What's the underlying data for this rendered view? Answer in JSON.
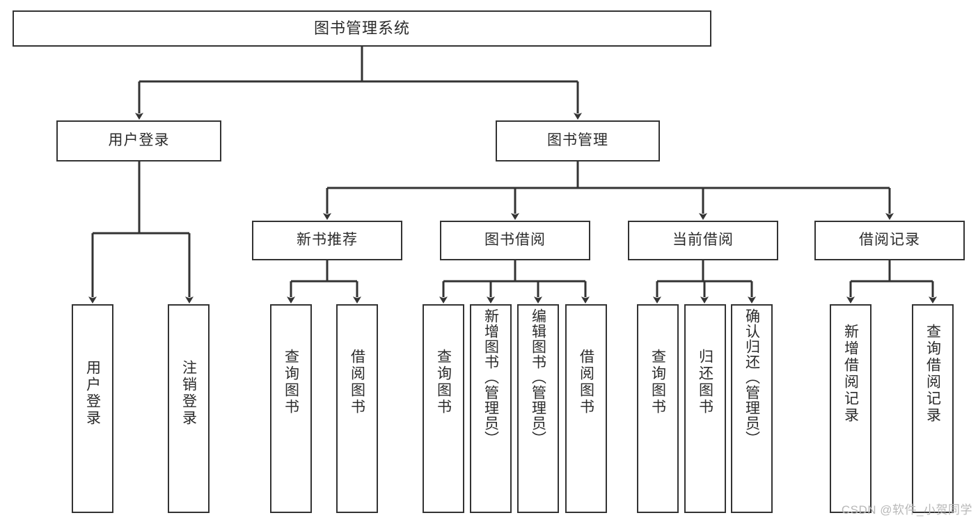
{
  "diagram": {
    "title": "图书管理系统",
    "type": "tree-hierarchy",
    "colors": {
      "stroke": "#333333",
      "box_fill": "#ffffff",
      "text": "#2b2b2b",
      "watermark": "#b8b8b8",
      "background": "#ffffff"
    },
    "watermark": "CSDN @软件_小贺同学",
    "nodes": {
      "root": {
        "label": "图书管理系统"
      },
      "level1": [
        {
          "id": "user-login",
          "label": "用户登录"
        },
        {
          "id": "book-manage",
          "label": "图书管理"
        }
      ],
      "level2": [
        {
          "id": "new-book-recommend",
          "label": "新书推荐"
        },
        {
          "id": "book-borrow",
          "label": "图书借阅"
        },
        {
          "id": "current-borrow",
          "label": "当前借阅"
        },
        {
          "id": "borrow-record",
          "label": "借阅记录"
        }
      ],
      "leaves": [
        {
          "id": "leaf-user-login",
          "label": "用户登录",
          "parent": "user-login"
        },
        {
          "id": "leaf-user-logout",
          "label": "注销登录",
          "parent": "user-login"
        },
        {
          "id": "leaf-query-book-1",
          "label": "查询图书",
          "parent": "new-book-recommend"
        },
        {
          "id": "leaf-borrow-book-1",
          "label": "借阅图书",
          "parent": "new-book-recommend"
        },
        {
          "id": "leaf-query-book-2",
          "label": "查询图书",
          "parent": "book-borrow"
        },
        {
          "id": "leaf-add-book",
          "label": "新增图书（管理员）",
          "parent": "book-borrow"
        },
        {
          "id": "leaf-edit-book",
          "label": "编辑图书（管理员）",
          "parent": "book-borrow"
        },
        {
          "id": "leaf-borrow-book-2",
          "label": "借阅图书",
          "parent": "book-borrow"
        },
        {
          "id": "leaf-query-book-3",
          "label": "查询图书",
          "parent": "current-borrow"
        },
        {
          "id": "leaf-return-book",
          "label": "归还图书",
          "parent": "current-borrow"
        },
        {
          "id": "leaf-confirm-return",
          "label": "确认归还（管理员）",
          "parent": "current-borrow"
        },
        {
          "id": "leaf-add-record",
          "label": "新增借阅记录",
          "parent": "borrow-record"
        },
        {
          "id": "leaf-query-record",
          "label": "查询借阅记录",
          "parent": "borrow-record"
        }
      ]
    }
  }
}
